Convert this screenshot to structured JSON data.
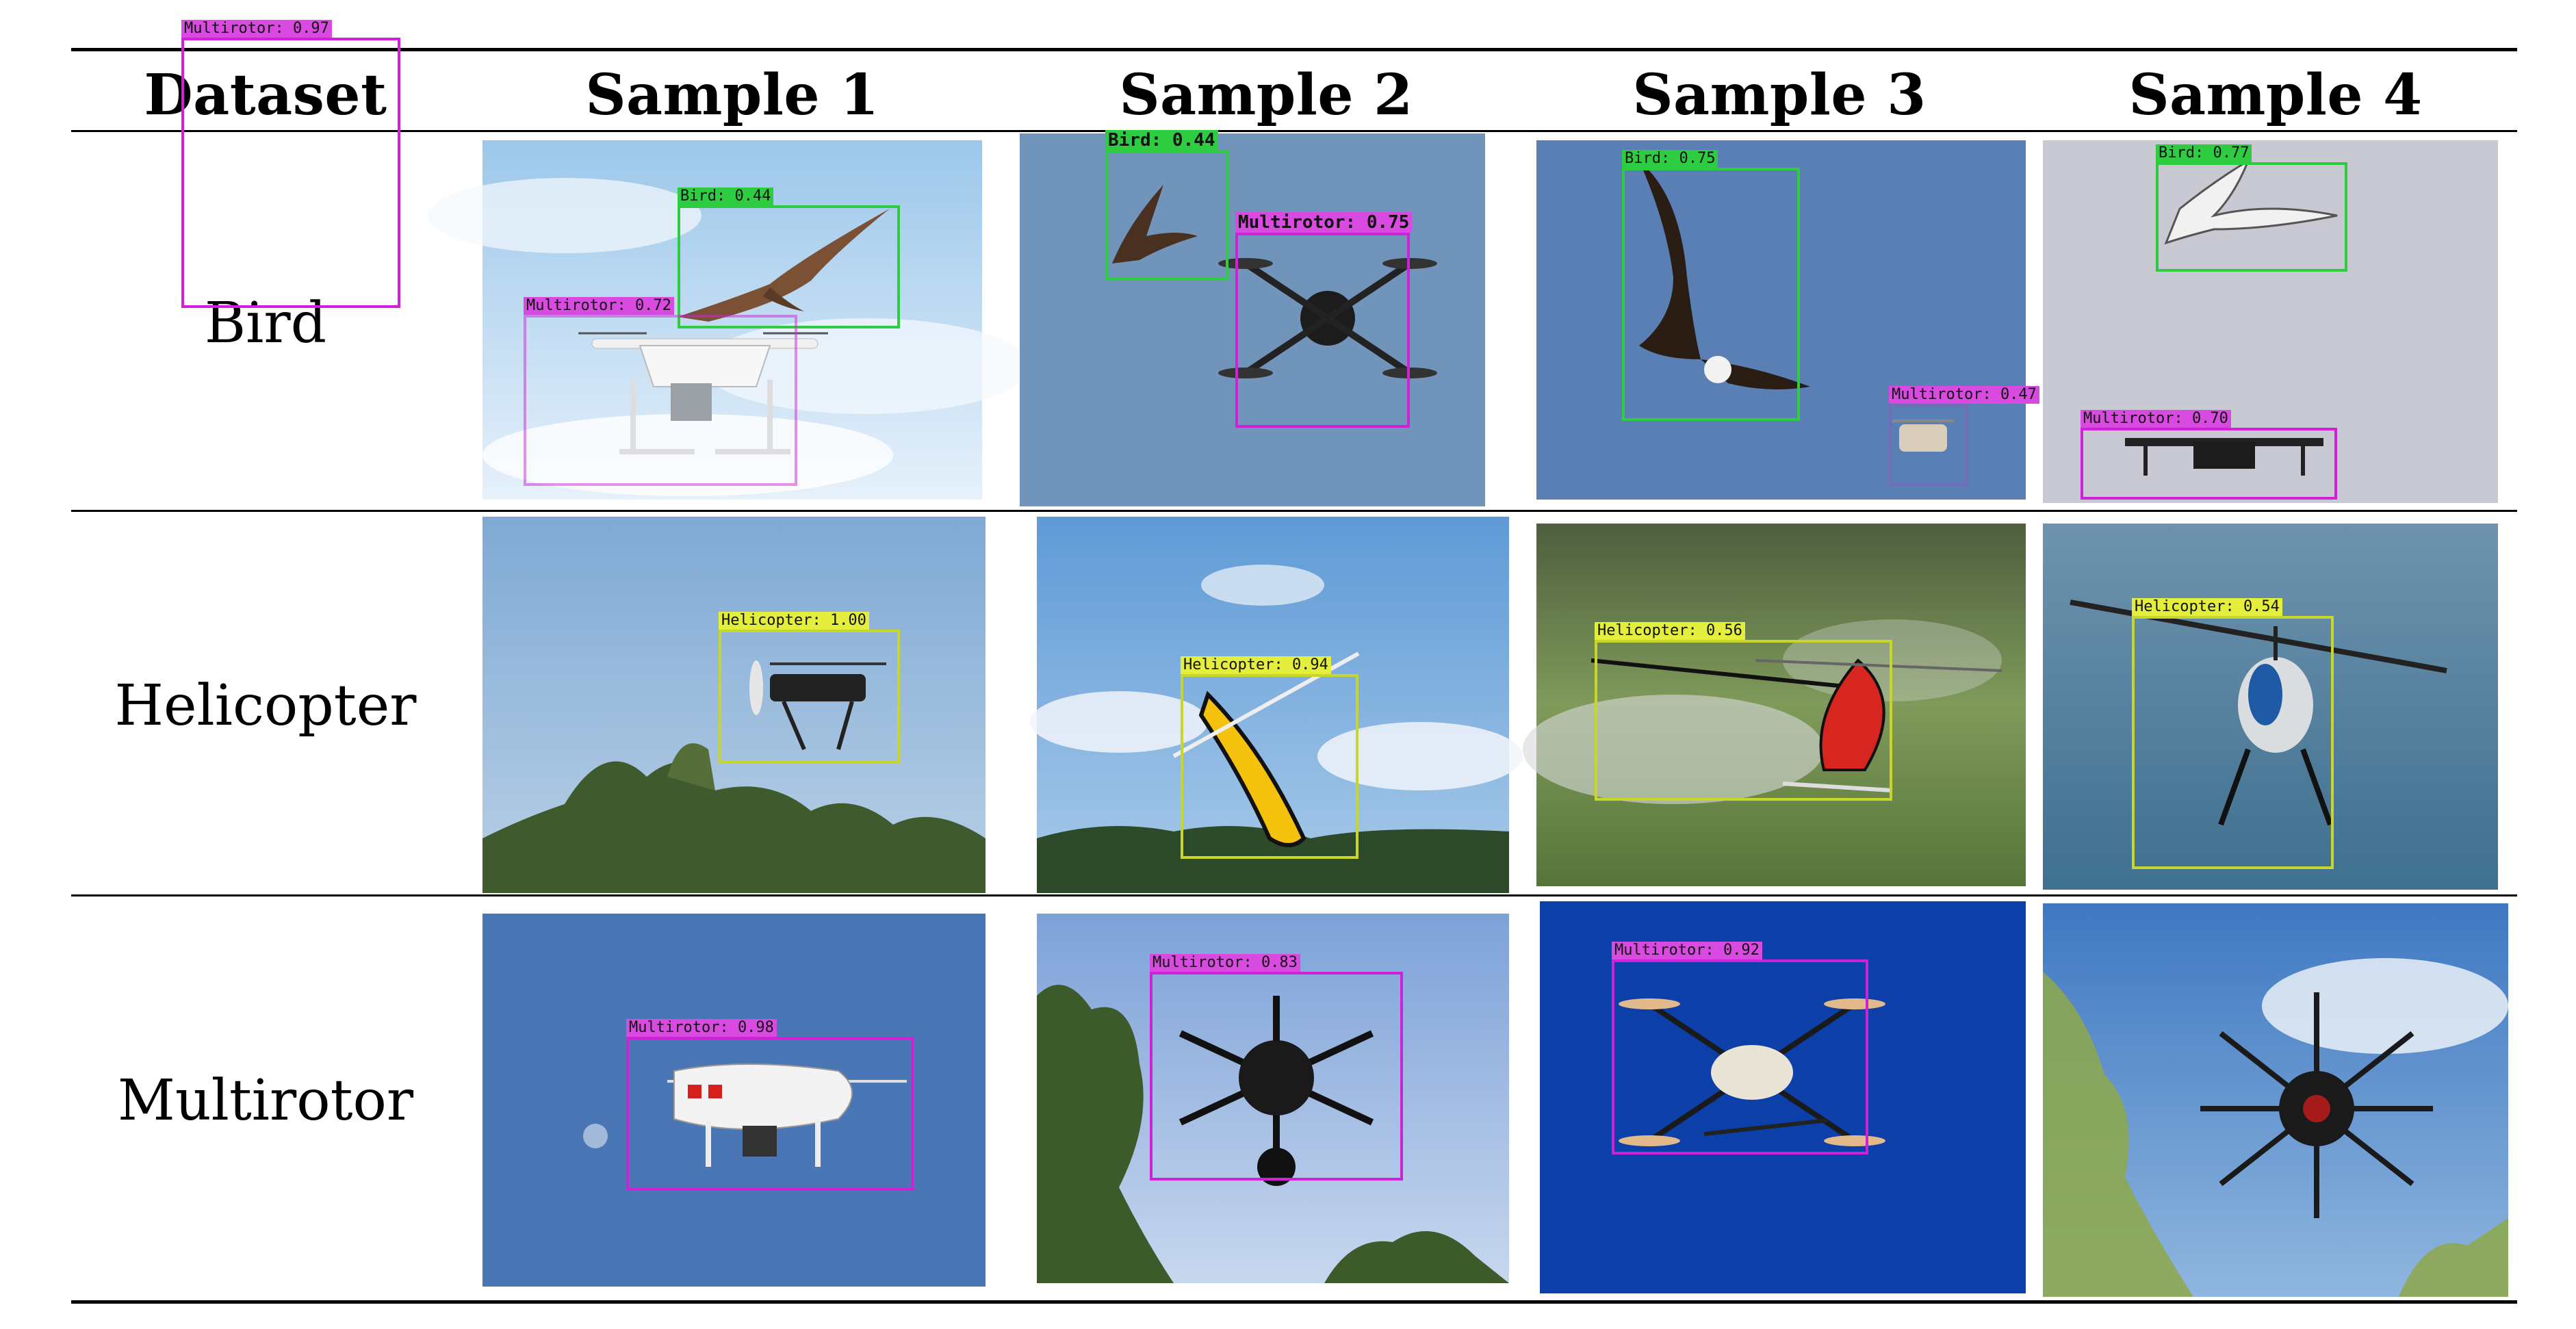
{
  "table": {
    "header": [
      "Dataset",
      "Sample 1",
      "Sample 2",
      "Sample 3",
      "Sample 4"
    ],
    "rows": [
      {
        "label": "Bird",
        "samples": [
          {
            "detections": [
              {
                "cls": "bird",
                "text": "Bird: 0.44"
              },
              {
                "cls": "multi",
                "text": "Multirotor: 0.72"
              }
            ]
          },
          {
            "detections": [
              {
                "cls": "bird",
                "text": "Bird: 0.44"
              },
              {
                "cls": "multi",
                "text": "Multirotor: 0.75"
              }
            ]
          },
          {
            "detections": [
              {
                "cls": "bird",
                "text": "Bird: 0.75"
              },
              {
                "cls": "multi",
                "text": "Multirotor: 0.47"
              }
            ]
          },
          {
            "detections": [
              {
                "cls": "bird",
                "text": "Bird: 0.77"
              },
              {
                "cls": "multi",
                "text": "Multirotor: 0.70"
              }
            ]
          }
        ]
      },
      {
        "label": "Helicopter",
        "samples": [
          {
            "detections": [
              {
                "cls": "heli",
                "text": "Helicopter: 1.00"
              }
            ]
          },
          {
            "detections": [
              {
                "cls": "heli",
                "text": "Helicopter: 0.94"
              }
            ]
          },
          {
            "detections": [
              {
                "cls": "heli",
                "text": "Helicopter: 0.56"
              }
            ]
          },
          {
            "detections": [
              {
                "cls": "heli",
                "text": "Helicopter: 0.54"
              }
            ]
          }
        ]
      },
      {
        "label": "Multirotor",
        "samples": [
          {
            "detections": [
              {
                "cls": "multi",
                "text": "Multirotor: 0.98"
              }
            ]
          },
          {
            "detections": [
              {
                "cls": "multi",
                "text": "Multirotor: 0.83"
              }
            ]
          },
          {
            "detections": [
              {
                "cls": "multi",
                "text": "Multirotor: 0.92"
              }
            ]
          },
          {
            "detections": [
              {
                "cls": "multi",
                "text": "Multirotor: 0.97"
              }
            ]
          }
        ]
      }
    ]
  },
  "colors": {
    "bird_box": "#2ecc40",
    "helicopter_box": "#c8d62a",
    "multirotor_box": "#d021d8"
  }
}
